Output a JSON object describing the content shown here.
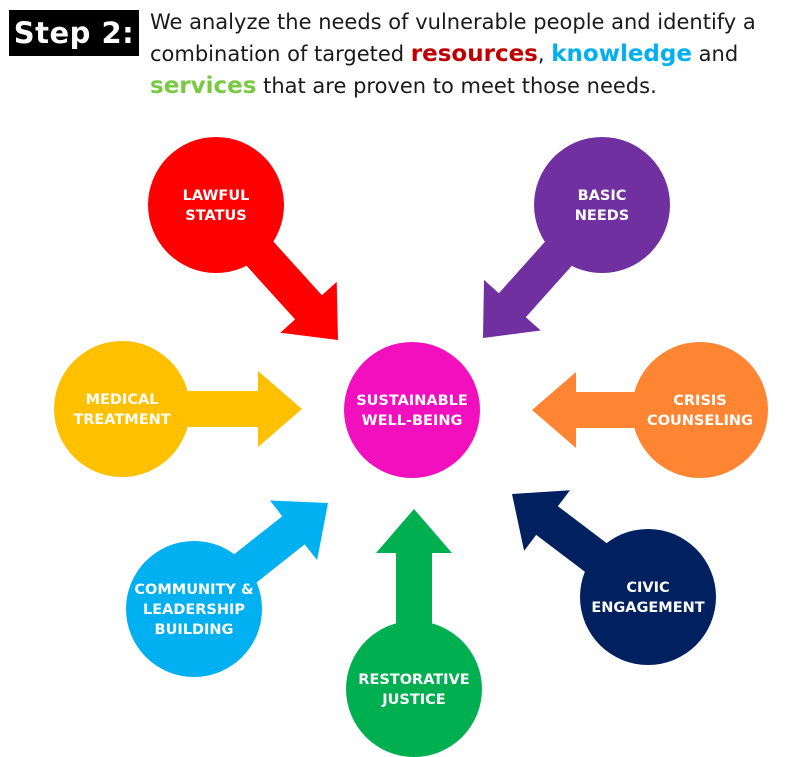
{
  "header": {
    "step_label": "Step 2:",
    "intro": {
      "part1": "We analyze the needs of vulnerable people and identify a combination of targeted ",
      "kw1": "resources",
      "sep1": ", ",
      "kw2": "knowledge",
      "sep2": " and ",
      "kw3": "services",
      "part2": " that are proven to meet those needs."
    },
    "keyword_colors": {
      "resources": "#c00000",
      "knowledge": "#00b0f0",
      "services": "#7ac943"
    }
  },
  "diagram": {
    "center": {
      "id": "sustainable-well-being",
      "lines": [
        "SUSTAINABLE",
        "WELL-BEING"
      ],
      "color": "#f20fbd"
    },
    "nodes": [
      {
        "id": "lawful-status",
        "lines": [
          "LAWFUL",
          "STATUS"
        ],
        "color": "#ff0000",
        "direction": "down-right"
      },
      {
        "id": "basic-needs",
        "lines": [
          "BASIC",
          "NEEDS"
        ],
        "color": "#7030a0",
        "direction": "down-left"
      },
      {
        "id": "medical-treatment",
        "lines": [
          "MEDICAL",
          "TREATMENT"
        ],
        "color": "#ffc000",
        "direction": "right"
      },
      {
        "id": "crisis-counseling",
        "lines": [
          "CRISIS",
          "COUNSELING"
        ],
        "color": "#ff8533",
        "direction": "left"
      },
      {
        "id": "community-leadership-building",
        "lines": [
          "COMMUNITY &",
          "LEADERSHIP",
          "BUILDING"
        ],
        "color": "#00b0f0",
        "direction": "up-right"
      },
      {
        "id": "restorative-justice",
        "lines": [
          "RESTORATIVE",
          "JUSTICE"
        ],
        "color": "#00b050",
        "direction": "up"
      },
      {
        "id": "civic-engagement",
        "lines": [
          "CIVIC",
          "ENGAGEMENT"
        ],
        "color": "#002060",
        "direction": "up-left"
      }
    ]
  }
}
